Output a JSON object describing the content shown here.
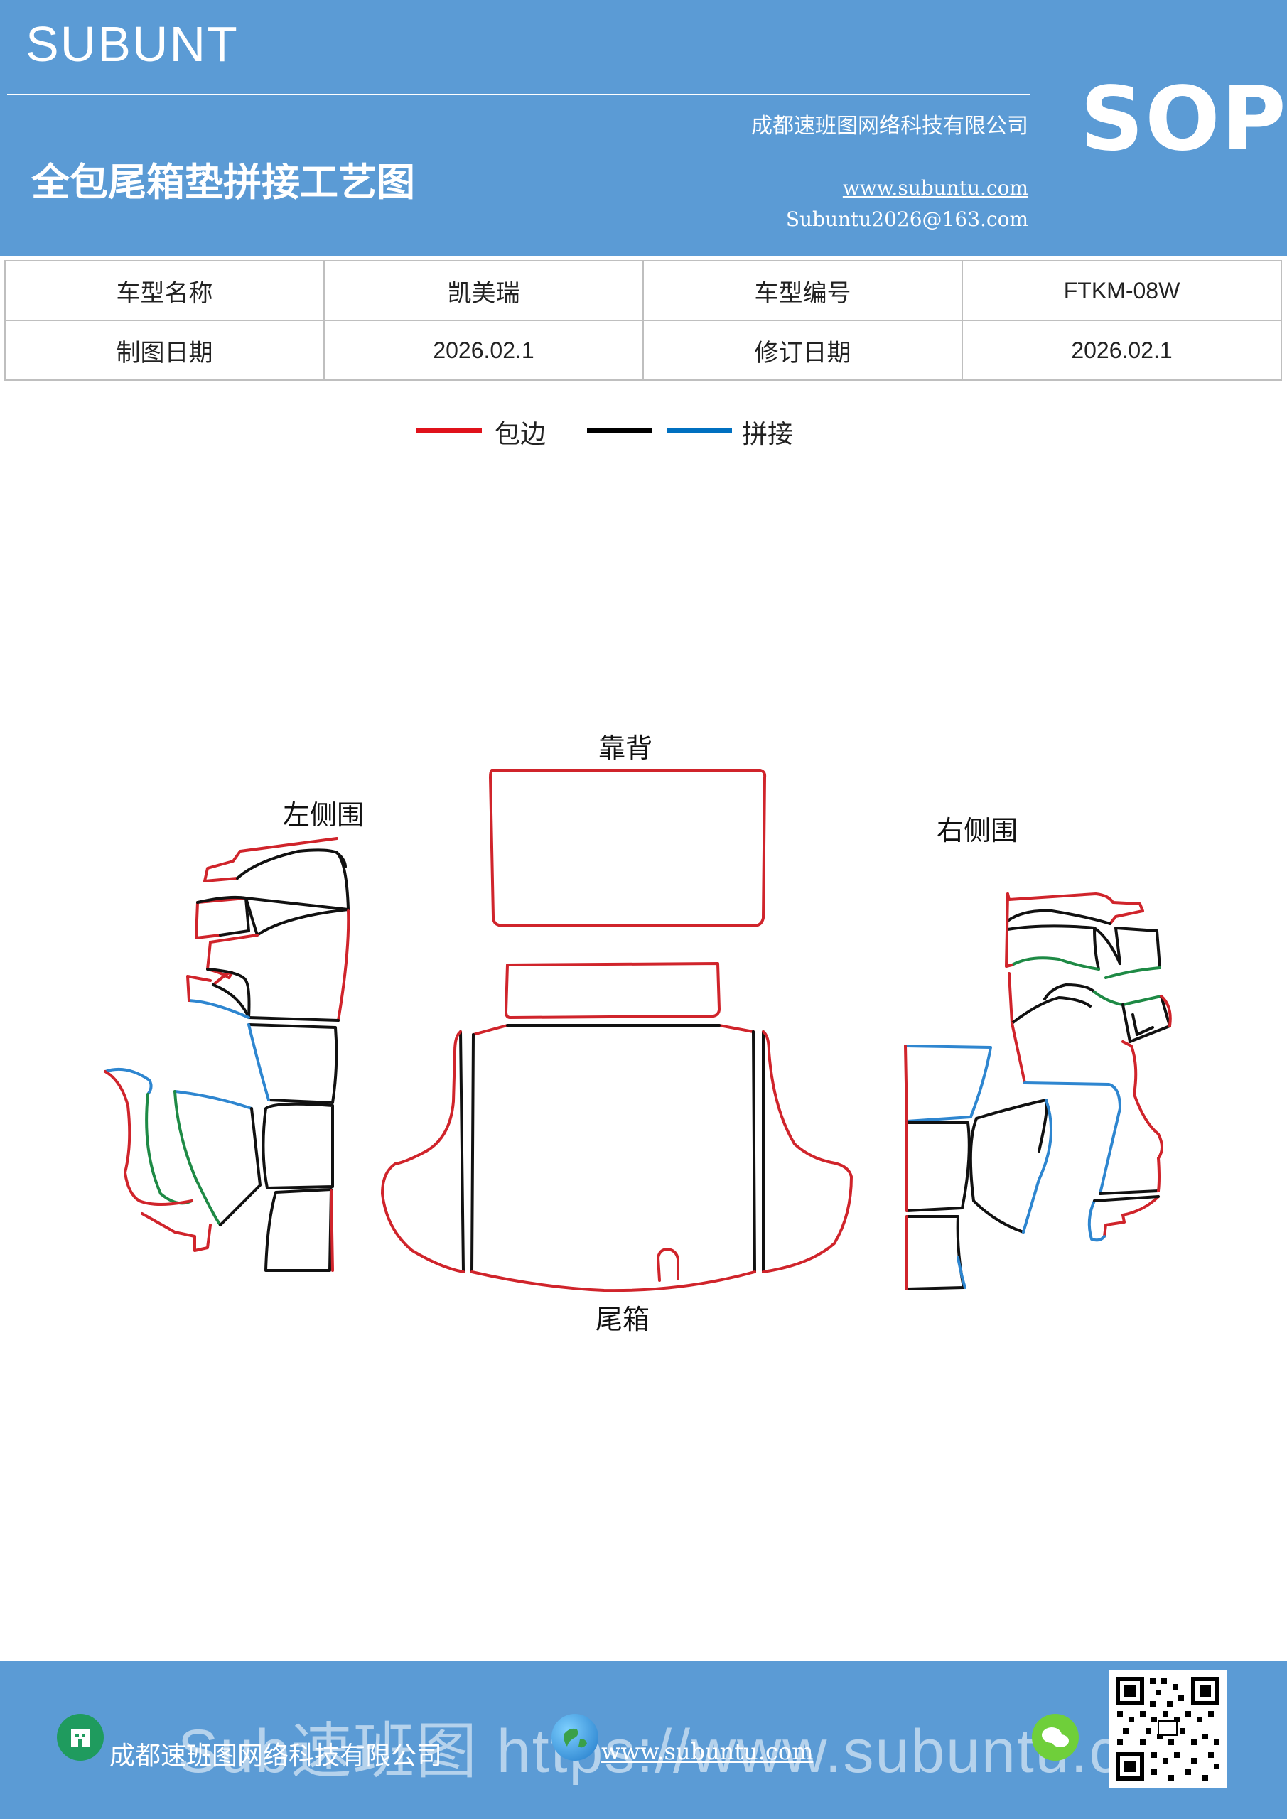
{
  "header": {
    "brand": "SUBUNT",
    "title": "全包尾箱垫拼接工艺图",
    "company": "成都速班图网络科技有限公司",
    "website": "www.subuntu.com",
    "email": "Subuntu2026@163.com",
    "badge": "SOP",
    "background_color": "#5b9bd5"
  },
  "info_table": {
    "rows": [
      [
        "车型名称",
        "凯美瑞",
        "车型编号",
        "FTKM-08W"
      ],
      [
        "制图日期",
        "2026.02.1",
        "修订日期",
        "2026.02.1"
      ]
    ]
  },
  "legend": {
    "items": [
      {
        "label": "包边",
        "colors": [
          "#e0121b"
        ]
      },
      {
        "label": "拼接",
        "colors": [
          "#000000",
          "#0070c0"
        ]
      }
    ]
  },
  "diagram": {
    "labels": {
      "backrest": "靠背",
      "left_side": "左侧围",
      "right_side": "右侧围",
      "trunk": "尾箱"
    },
    "line_colors": {
      "edging": "#d0242b",
      "splice_black": "#111111",
      "splice_blue": "#2e86d0",
      "splice_green": "#1e8a45"
    }
  },
  "footer": {
    "company": "成都速班图网络科技有限公司",
    "website": "www.subuntu.com",
    "overlay": "Sub速班图 https://www.subuntu.com",
    "icons": [
      "building-icon",
      "globe-icon",
      "wechat-icon"
    ]
  }
}
